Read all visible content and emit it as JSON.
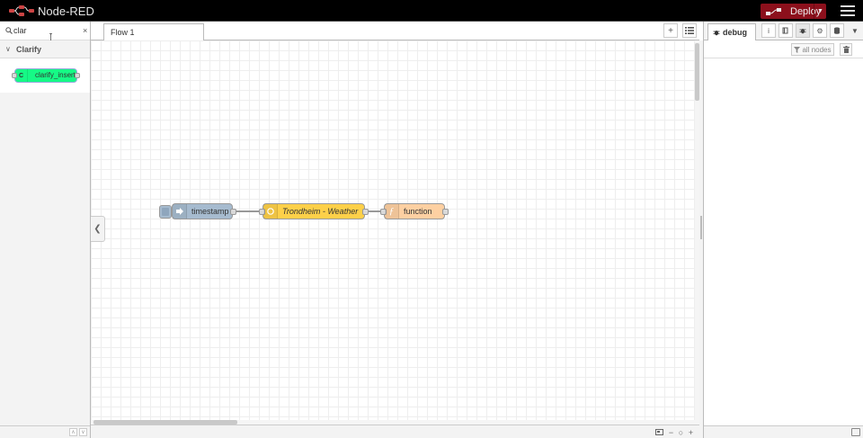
{
  "header": {
    "app_name": "Node-RED",
    "deploy_label": "Deploy",
    "deploy_color": "#8c101c"
  },
  "palette": {
    "search_value": "clar",
    "clear_glyph": "×",
    "category": {
      "label": "Clarify",
      "expanded": true
    },
    "nodes": [
      {
        "label": "clarify_insert",
        "icon_letter": "C",
        "color": "#16f986"
      }
    ]
  },
  "workspace": {
    "tabs": [
      {
        "label": "Flow 1",
        "active": true
      }
    ],
    "add_glyph": "+",
    "nodes": [
      {
        "label": "timestamp",
        "type": "inject",
        "color": "#a6bbcf",
        "icon": "arrow-right-icon"
      },
      {
        "label": "Trondheim - Weather",
        "type": "weather",
        "color": "#fdd049",
        "icon": "sun-icon",
        "italic": true
      },
      {
        "label": "function",
        "type": "function",
        "color": "#fdd0a2",
        "icon": "function-icon"
      }
    ]
  },
  "sidebar": {
    "active_tab": "debug",
    "filter_label": "all nodes",
    "icons": [
      "info-icon",
      "book-icon",
      "bug-icon",
      "gear-icon",
      "database-icon",
      "caret-down-icon"
    ]
  }
}
